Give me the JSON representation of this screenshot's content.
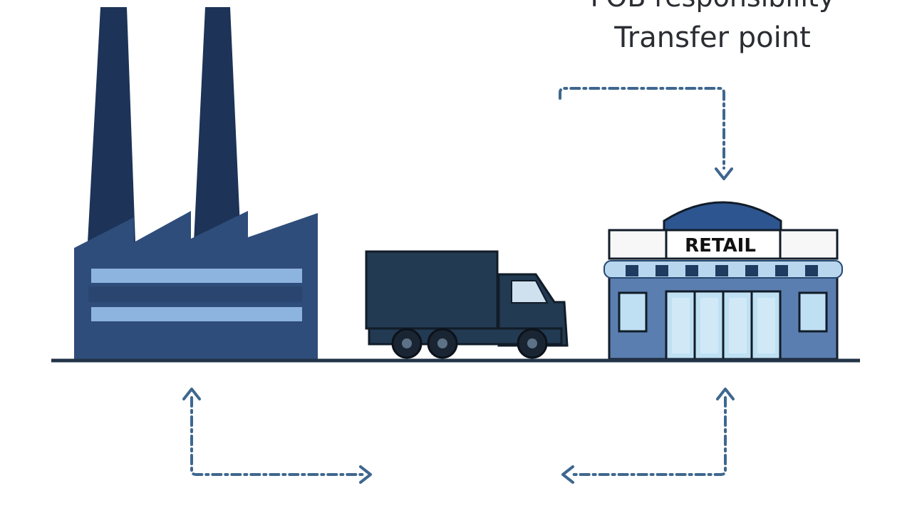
{
  "caption": {
    "line1": "FOB responsibility",
    "line2": "Transfer point"
  },
  "store": {
    "sign_text": "RETAIL"
  },
  "colors": {
    "factory": "#2f4d7b",
    "factory_dark": "#1d3357",
    "factory_stripe": "#8db3df",
    "truck": "#223a52",
    "store_body": "#5b7eb0",
    "store_roof": "#2d5590",
    "glass": "#bfe0f3",
    "arrow": "#3e678f",
    "ground": "#233447"
  }
}
